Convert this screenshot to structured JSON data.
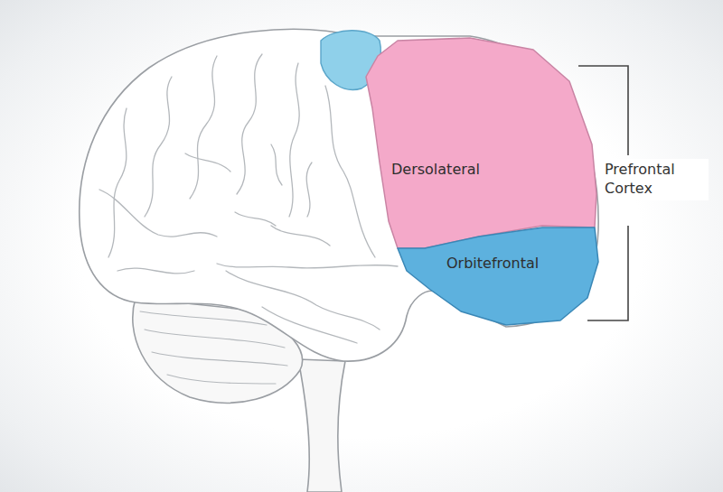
{
  "diagram": {
    "nodes": [
      {
        "text": [
          "Dersolateral"
        ]
      },
      {
        "text": [
          "Orbitefrontal"
        ]
      }
    ],
    "labels": [
      "Prefrontal Cortex"
    ]
  }
}
